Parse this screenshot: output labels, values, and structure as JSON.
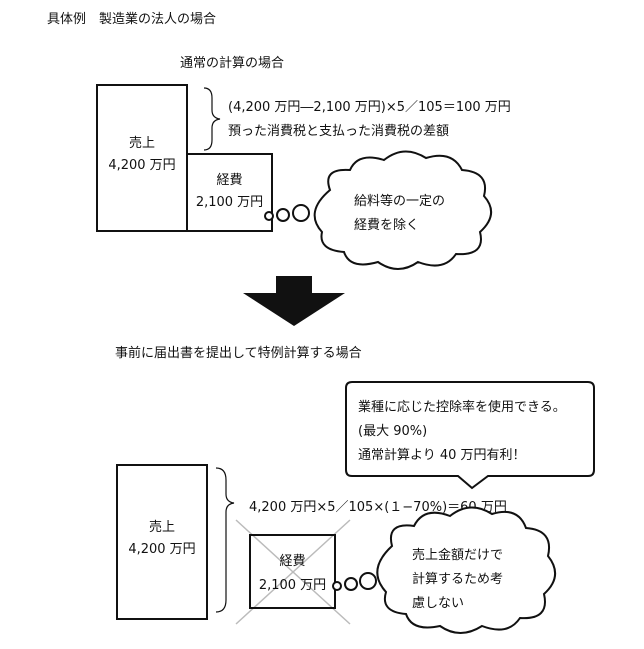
{
  "heading": "具体例　製造業の法人の場合",
  "section1": {
    "title": "通常の計算の場合",
    "sales_label": "売上",
    "sales_amount": "4,200 万円",
    "expense_label": "経費",
    "expense_amount": "2,100 万円",
    "formula": "(4,200 万円―2,100 万円)×5／105＝100 万円",
    "formula_note": "預った消費税と支払った消費税の差額",
    "cloud_line1": "給料等の一定の",
    "cloud_line2": "経費を除く"
  },
  "section2": {
    "title": "事前に届出書を提出して特例計算する場合",
    "callout_line1": "業種に応じた控除率を使用できる。",
    "callout_line2": "(最大 90%)",
    "callout_line3": "通常計算より 40 万円有利！",
    "sales_label": "売上",
    "sales_amount": "4,200 万円",
    "formula": "4,200 万円×5／105×(１−70%)＝60 万円",
    "expense_label": "経費",
    "expense_amount": "2,100 万円",
    "cloud_line1": "売上金額だけで",
    "cloud_line2": "計算するため考",
    "cloud_line3": "慮しない"
  }
}
